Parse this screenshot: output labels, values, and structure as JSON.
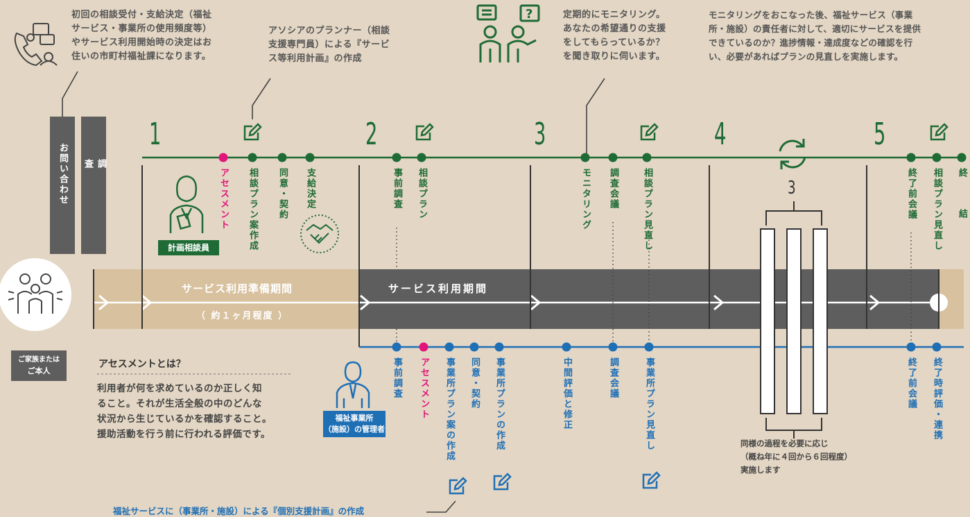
{
  "top_notes": {
    "note1": [
      "初回の相談受付・支給決定（福祉",
      "サービス・事業所の使用頻度等）",
      "やサービス利用開始時の決定はお",
      "住いの市町村福祉課になります。"
    ],
    "note2": [
      "アソシアのプランナー（相談",
      "支援専門員）による『サービ",
      "ス等利用計画』の作成"
    ],
    "note3": [
      "定期的にモニタリング。",
      "あなたの希望通りの支援",
      "をしてもらっているか？",
      "を聞き取りに伺います。"
    ],
    "note4": [
      "モニタリングをおこなった後、福祉サービス（事業",
      "所・施設）の責任者に対して、適切にサービスを提供",
      "できているのか？進捗情報・達成度などの確認を行",
      "い、必要があればプランの見直しを実施します。"
    ]
  },
  "left_boxes": {
    "inquiry": "お問い合わせ",
    "survey": "調査",
    "family": [
      "ご家族または",
      "ご本人"
    ]
  },
  "steps": [
    "1",
    "2",
    "3",
    "4",
    "5"
  ],
  "green_labels": {
    "assessment": "アセスメント",
    "plan_draft": "相談プラン案作成",
    "agreement": "同意・契約",
    "decision": "支給決定",
    "pre_survey": "事前調査",
    "consult_plan": "相談プラン",
    "monitoring": "モニタリング",
    "survey_meeting": "調査会議",
    "plan_review": "相談プラン見直し",
    "pre_end_meeting": "終了前会議",
    "plan_review2": "相談プラン見直し",
    "end": "終結"
  },
  "planner_badge": "計画相談員",
  "bands": {
    "prep": "サービス利用準備期間",
    "prep_sub": "（ 約１ヶ月程度 ）",
    "use": "サービス利用期間"
  },
  "cycle_number": "3",
  "blue_labels": {
    "pre_survey": "事前調査",
    "assessment": "アセスメント",
    "office_plan_draft": "事業所プラン案の作成",
    "agreement": "同意・契約",
    "office_plan": "事業所プランの作成",
    "midterm": "中間評価と修正",
    "survey_meeting": "調査会議",
    "office_plan_review": "事業所プラン見直し",
    "pre_end_meeting": "終了前会議",
    "end_eval": "終了時評価・連携"
  },
  "manager_badge": [
    "福祉事業所",
    "（施設）の管理者"
  ],
  "assessment_box": {
    "title": "アセスメントとは？",
    "body": [
      "利用者が何を求めているのか正しく知",
      "ること。それが生活全般の中のどんな",
      "状況から生じているかを確認すること。",
      "援助活動を行う前に行われる評価です。"
    ]
  },
  "repeat_note": [
    "同様の過程を必要に応じ",
    "（概ね年に４回から６回程度）",
    "実施します"
  ],
  "bottom_note": "福祉サービスに（事業所・施設）による『個別支援計画』の作成",
  "colors": {
    "background": "#e3d6c4",
    "green": "#1e6b35",
    "blue": "#1f6fb5",
    "magenta": "#e2157a",
    "grey": "#5e5e5e",
    "tan": "#d8c19e"
  },
  "icons": [
    "phone-chat-icon",
    "consultation-people-icon",
    "family-group-icon",
    "planner-woman-icon",
    "manager-man-icon",
    "handshake-icon",
    "cycle-arrows-icon",
    "edit-icon"
  ]
}
